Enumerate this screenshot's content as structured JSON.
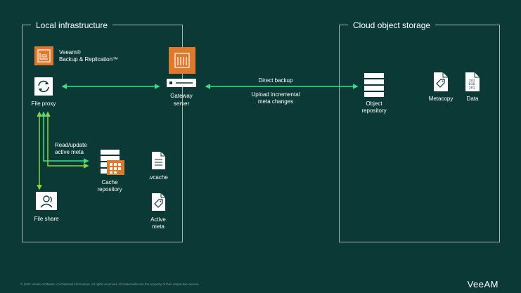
{
  "local": {
    "title": "Local infrastructure",
    "veeam_title_line1": "Veeam®",
    "veeam_title_line2": "Backup & Replication™",
    "file_proxy": "File proxy",
    "read_update_line1": "Read/update",
    "read_update_line2": "active meta",
    "cache_repo_line1": "Cache",
    "cache_repo_line2": "repository",
    "vcache": ".vcache",
    "active_meta_line1": "Active",
    "active_meta_line2": "meta",
    "file_share": "File share"
  },
  "gateway": {
    "line1": "Gateway",
    "line2": "server"
  },
  "links": {
    "direct_backup": "Direct backup",
    "upload_line1": "Upload incremental",
    "upload_line2": "meta changes"
  },
  "cloud": {
    "title": "Cloud object storage",
    "object_repo_line1": "Object",
    "object_repo_line2": "repository",
    "metacopy": "Metacopy",
    "data": "Data",
    "data_glyph_1": "101",
    "data_glyph_2": "010",
    "data_glyph_3": "101"
  },
  "footer": {
    "copyright": "© 2022 Veeam Software. Confidential information. All rights reserved. All trademarks are the property of their respective owners.",
    "logo": "VeeAM"
  },
  "colors": {
    "background": "#0b3a36",
    "accent_orange": "#e07a2a",
    "arrow_green": "#3ddc84",
    "arrow_lime": "#8bd33c"
  }
}
